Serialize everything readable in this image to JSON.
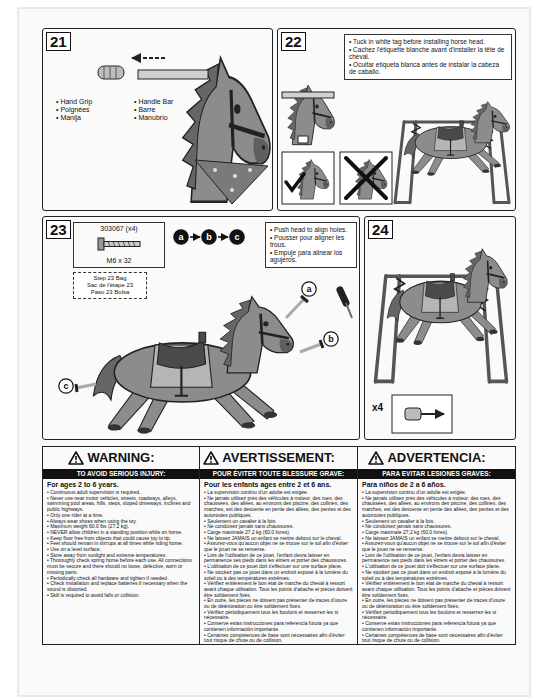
{
  "diagram": {
    "nodes": [
      {
        "text": [
          "21"
        ]
      },
      {
        "text": [
          "22"
        ]
      },
      {
        "text": [
          "• Tuck in white tag before installing horse head.",
          "• Cachez l'étiquette blanche avant d'installer la tête de cheval.",
          "• Ocultar etiqueta blanca antes de instalar la cabeza de caballo."
        ],
        "in": 1
      },
      {
        "text": [
          "23"
        ]
      },
      {
        "text": [
          "303067 (x4)",
          "M6 x 32"
        ],
        "in": 3
      },
      {
        "text": [
          "Step 23 Bag",
          "Sac de l'étape 23",
          "Paso 23 Bolsa"
        ],
        "in": 3
      },
      {
        "text": [
          "a"
        ],
        "in": 3
      },
      {
        "text": [
          "b"
        ],
        "in": 3
      },
      {
        "text": [
          "c"
        ],
        "in": 3
      },
      {
        "text": [
          "• Push head to align holes.",
          "• Pousser pour aligner les trous.",
          "• Empuje para alinear los agujeros."
        ],
        "in": 3
      },
      {
        "text": [
          "b"
        ],
        "in": 3
      },
      {
        "text": [
          "a"
        ],
        "in": 3
      },
      {
        "text": [
          "c"
        ],
        "in": 3
      },
      {
        "text": [
          "24"
        ]
      },
      {
        "text": [
          "WARNING:",
          "TO AVOID SERIOUS INJURY:",
          "For ages 2 to 6 years.",
          "• Continuous adult supervision is required.",
          "• Never use near motor vehicles, streets, roadways, alleys, swimming pool areas, hills, steps, sloped driveways, inclines and public highways.",
          "• Only one rider at a time.",
          "• Always wear shoes when using the toy.",
          "• Maximum weight 60.0 lbs (27.2 kg).",
          "• NEVER allow children in a standing position while on horse.",
          "• Keep floor free from objects that could cause toy to tip.",
          "• Feet should remain in stirrups at all times while riding horse.",
          "• Use on a level surface.",
          "• Store away from sunlight and extreme temperatures.",
          "• Thoroughly check spring horse before each use. All connections must be secure and there should no loose, defective, worn or missing parts.",
          "• Periodically check all hardware and tighten if needed.",
          "• Check installation and replace batteries if necessary when the sound is distorted.",
          "• Skill is required to avoid falls or collision."
        ]
      },
      {
        "text": [
          "AVERTISSEMENT:",
          "POUR ÉVITER TOUTE BLESSURE GRAVE:",
          "Pour les enfants ages entre 2 et 6 ans.",
          "• La supervision continu d'un adulte est exigée.",
          "• Ne jamais utilisez près des véhicules à moteur, des rues, des chaussées, des allées, au environs des piscine, des collines, des marches, est des descente en pente des allées, des pentes et des autoroutes publiques.",
          "• Seulement un cavalier à la fois.",
          "• Ne conduisez jamais sans chaussures.",
          "• Carge maximale 27,2 kg (60.0 livres).",
          "• Ne laissez JAMAIS un enfant se mettre debout sur le cheval.",
          "• Assurez-vous qu'aucun objet ne se trouve sur le sol afin d'éviter que le jouet ne se renverse.",
          "• Lors de l'utilisation de ce jouet, l'enfant devra laisser en permanence ses pieds dans les étriers et porter des chaussures.",
          "• L'utilisation de ce jouet doit s'effectuer sur une surface plane.",
          "• Ne stockez pas ce jouet dans un endroit exposé à la lumière du soleil ou à des températures extrêmes.",
          "• Vérifiez entièrement le bon état de marche du cheval à ressort avant chaque utilisation. Tous les points d'attache et pièces doivent être solidement fixés.",
          "• En outre, les pièces ne doivent pas présenter de traces d'usure ou de détérioration ou être solidement fixés.",
          "• Vérifiez périodiquement tous les boulons et resserrez-les si nécessaire.",
          "• Conserve estas instrucciones para referencia futura ya que contienen información importante.",
          "• Certaines compétences de base sont nécessaires afin d'éviter tout risque de chute ou de collision."
        ]
      },
      {
        "text": [
          "ADVERTENCIA:",
          "PARA EVITAR LESIONES GRAVES:",
          "Para niños de 2 a 6 años.",
          "• La supervision continu d'un adulte est exigée.",
          "• Ne jamais utilisez près des véhicules à moteur, des rues, des chaussées, des allées, au environs des piscine, des collines, des marches, est des descente en pente des allées, des pentes et des autoroutes publiques.",
          "• Seulement un cavalier à la fois.",
          "• Ne conduisez jamais sans chaussures.",
          "• Carge maximale 27,2 kg (60.0 livres).",
          "• Ne laissez JAMAIS un enfant se mettre debout sur le cheval.",
          "• Assurez-vous qu'aucun objet ne se trouve sur le sol afin d'éviter que le jouet ne se renverse.",
          "• Lors de l'utilisation de ce jouet, l'enfant devra laisser en permanence ses pieds dans les étriers et porter des chaussures.",
          "• L'utilisation de ce jouet doit s'effectuer sur une surface plane.",
          "• Ne stockez pas ce jouet dans un endroit exposé à la lumière du soleil ou à des températures extrêmes.",
          "• Vérifiez entièrement le bon état de marche du cheval à ressort avant chaque utilisation. Tous les points d'attache et pièces doivent être solidement fixés.",
          "• En outre, les pièces ne doivent pas présenter de traces d'usure ou de détérioration ou être solidement fixés.",
          "• Vérifiez périodiquement tous les boulons et resserrez-les si nécessaire.",
          "• Conserve estas instrucciones para referencia futura ya que contienen información importante.",
          "• Certaines compétences de base sont nécessaires afin d'éviter tout risque de chute ou de collision."
        ]
      }
    ],
    "edges": [
      {
        "from": 6,
        "to": 7,
        "arrow": "to"
      },
      {
        "from": 7,
        "to": 8,
        "arrow": "to"
      }
    ],
    "labels": [
      "• Hand Grip",
      "• Poignées",
      "• Manija",
      "• Handle Bar",
      "• Barre",
      "• Manubrio",
      "x4"
    ]
  }
}
